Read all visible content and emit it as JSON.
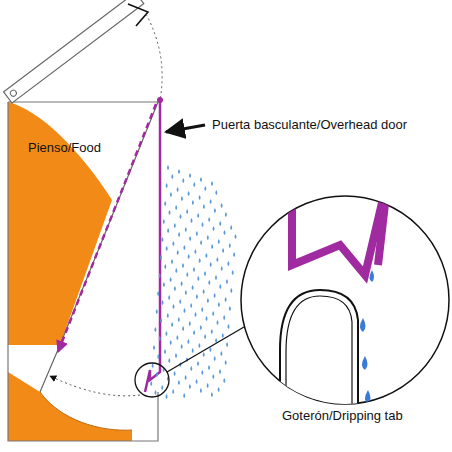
{
  "diagram": {
    "labels": [
      "Pienso/Food",
      "Puerta basculante/Overhead door",
      "Goterón/Dripping tab"
    ]
  }
}
